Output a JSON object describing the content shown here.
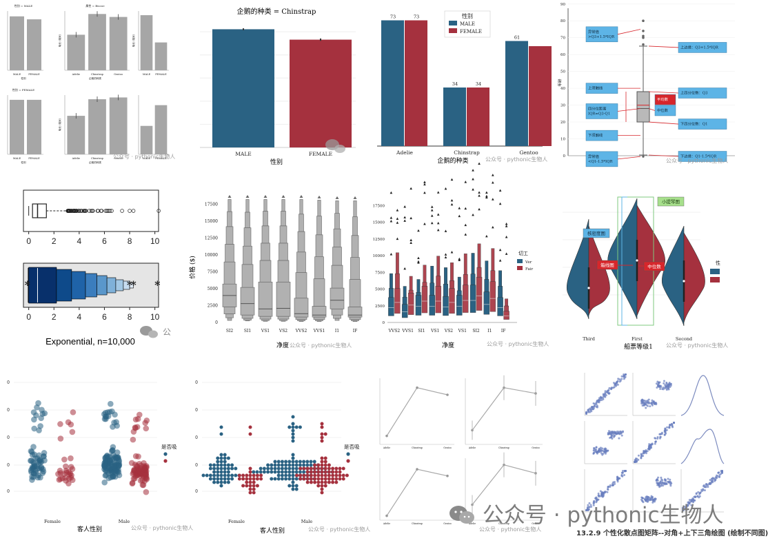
{
  "colors": {
    "blue": "#2a6283",
    "red": "#a5313e",
    "grey": "#a6a6a6",
    "callout": "#5db4e6",
    "arrow": "#d7262b"
  },
  "watermark": {
    "short": "公众号 · pythonic生物人",
    "big": "公众号 · pythonic生物人"
  },
  "footer_caption": "13.2.9 个性化散点图矩阵--对角+上下三角绘图 (绘制不同图)",
  "chart_data": [
    {
      "id": "facet-bars-grey",
      "type": "bar",
      "subplots": [
        {
          "title": "性别 = MALE",
          "categories": [
            "MALE",
            "FEMALE"
          ],
          "values": [
            91,
            86
          ],
          "xlabel": "性别",
          "ylabel": ""
        },
        {
          "title": "属性 = Biscoe",
          "categories": [
            "Adelie",
            "Chinstrap",
            "Gentoo"
          ],
          "values": [
            60,
            95,
            90
          ],
          "xlabel": "企鹅的种类",
          "ylabel": "喙长 (毫米)"
        },
        {
          "title": "",
          "categories": [
            "MALE",
            "FEMALE"
          ],
          "values": [
            93,
            47
          ],
          "xlabel": "",
          "ylabel": "喙长 (毫米)"
        },
        {
          "title": "性别 = FEMALE",
          "categories": [
            "MALE",
            "FEMALE"
          ],
          "values": [
            92,
            92
          ],
          "xlabel": "性别",
          "ylabel": ""
        },
        {
          "title": "",
          "categories": [
            "Adelie",
            "Chinstrap",
            "Gentoo"
          ],
          "values": [
            65,
            93,
            96
          ],
          "xlabel": "企鹅的种类",
          "ylabel": "喙长 (毫米)"
        },
        {
          "title": "",
          "categories": [
            "MALE",
            "FEMALE"
          ],
          "values": [
            48,
            83
          ],
          "xlabel": "",
          "ylabel": ""
        }
      ]
    },
    {
      "id": "chinstrap-bar",
      "type": "bar",
      "title": "企鹅的种类 = Chinstrap",
      "categories": [
        "MALE",
        "FEMALE"
      ],
      "values": [
        51.1,
        46.6
      ],
      "error": [
        0.4,
        0.5
      ],
      "colors": [
        "blue",
        "red"
      ],
      "xlabel": "性别",
      "ylabel": "",
      "ylim": [
        0,
        56
      ]
    },
    {
      "id": "count-grouped-bar",
      "type": "bar",
      "categories": [
        "Adelie",
        "Chinstrap",
        "Gentoo"
      ],
      "series": [
        {
          "name": "MALE",
          "values": [
            73,
            34,
            61
          ]
        },
        {
          "name": "FEMALE",
          "values": [
            73,
            34,
            58
          ]
        }
      ],
      "legend_title": "性别",
      "xlabel": "企鹅的种类",
      "ylabel": "",
      "ylim": [
        0,
        80
      ],
      "data_labels": [
        "73",
        "73",
        "34",
        "34",
        "61"
      ]
    },
    {
      "id": "boxplot-anatomy",
      "type": "box",
      "y_ticks": [
        "0",
        "10",
        "20",
        "30",
        "40",
        "50",
        "60",
        "70",
        "80",
        "90"
      ],
      "ylabel": "年龄",
      "box": {
        "lower_fence": 0,
        "whisker_low": 0.4,
        "q1": 20,
        "median": 28,
        "mean": 30,
        "q3": 38,
        "whisker_high": 65,
        "upper_fence": 64.8
      },
      "outliers": [
        66,
        70,
        71,
        74,
        80
      ],
      "labels": [
        "异常值\n>Q3+1.5*IQR",
        "上边缘：Q3+1.5*IQR",
        "上须触线",
        "上四分位数：Q3",
        "四分位距离\nIQR=Q3-Q1",
        "平均数",
        "中位数",
        "下四分位数：Q1",
        "下须触线",
        "下边缘：Q1-1.5*IQR",
        "异常值\n<Q1-1.5*IQR"
      ]
    },
    {
      "id": "exponential-boxen",
      "type": "box",
      "title": "Exponential, n=10,000",
      "x_ticks": [
        "0",
        "2",
        "4",
        "6",
        "8",
        "10"
      ],
      "xlim": [
        -0.5,
        10.8
      ],
      "box": {
        "q1": 0.3,
        "median": 0.7,
        "q3": 1.4,
        "whisker_low": 0,
        "whisker_high": 3.0
      },
      "outliers_top": [
        3.1,
        3.4,
        3.8,
        4.2,
        4.8,
        5.5,
        6.2,
        7.4,
        8.0,
        8.3,
        10.3
      ],
      "letter_values": [
        [
          0.05,
          1.4
        ],
        [
          0.03,
          2.1
        ],
        [
          0.02,
          2.8
        ],
        [
          0.01,
          3.6
        ],
        [
          0.005,
          4.4
        ],
        [
          0.003,
          5.2
        ],
        [
          0.002,
          6.0
        ],
        [
          0.001,
          6.9
        ],
        [
          0.0005,
          7.9
        ]
      ],
      "outliers_bottom": [
        -0.1,
        8.0,
        8.3,
        10.2
      ]
    },
    {
      "id": "diamond-price-boxen",
      "type": "box",
      "categories": [
        "SI2",
        "SI1",
        "VS1",
        "VS2",
        "VVS2",
        "VVS1",
        "I1",
        "IF"
      ],
      "y_ticks": [
        "0",
        "2500",
        "5000",
        "7500",
        "10000",
        "12500",
        "15000",
        "17500"
      ],
      "ylim": [
        0,
        19000
      ],
      "medians": [
        4000,
        2800,
        2000,
        2100,
        1300,
        1100,
        3300,
        1100
      ],
      "q1": [
        2300,
        1100,
        900,
        900,
        800,
        800,
        2000,
        800
      ],
      "q3": [
        5700,
        5200,
        6000,
        6000,
        3600,
        2400,
        5100,
        2300
      ],
      "max": [
        18800,
        18800,
        18800,
        18800,
        18800,
        18700,
        18600,
        18600
      ],
      "xlabel": "净度",
      "ylabel": "价格 ($)"
    },
    {
      "id": "diamond-cut-boxen",
      "type": "box",
      "categories": [
        "VVS2",
        "VVS1",
        "SI1",
        "VS1",
        "VS2",
        "VS1",
        "SI2",
        "I1",
        "IF"
      ],
      "y_ticks": [
        "0",
        "2500",
        "5000",
        "7500",
        "10000",
        "12500",
        "15000",
        "17500"
      ],
      "ylim": [
        0,
        19000
      ],
      "series": [
        {
          "name": "Ver",
          "medians": [
            2200,
            1600,
            2400,
            2400,
            2300,
            2400,
            3300,
            2700,
            2200
          ]
        },
        {
          "name": "Fair",
          "medians": [
            3000,
            2600,
            3200,
            3200,
            3000,
            3300,
            4000,
            3600,
            1000
          ]
        }
      ],
      "legend_title": "切工",
      "xlabel": "净度",
      "ylabel": ""
    },
    {
      "id": "split-violin",
      "type": "violin",
      "categories": [
        "Third",
        "First",
        "Second"
      ],
      "series": [
        {
          "name": ""
        },
        {
          "name": ""
        }
      ],
      "legend_title": "性",
      "labels": [
        "小提琴图",
        "核密度图",
        "箱线图",
        "中位数"
      ],
      "xlabel": "船票等级1",
      "ylabel": ""
    },
    {
      "id": "strip-plot",
      "type": "scatter",
      "categories": [
        "Female",
        "Male"
      ],
      "series": [
        {
          "name": ""
        },
        {
          "name": ""
        }
      ],
      "legend_title": "是否吸",
      "y_ticks": [
        "0",
        "0",
        "0",
        "0",
        "0"
      ],
      "xlabel": "客人性别",
      "ylabel": ""
    },
    {
      "id": "swarm-plot",
      "type": "scatter",
      "categories": [
        "Female",
        "Male"
      ],
      "series": [
        {
          "name": ""
        },
        {
          "name": ""
        }
      ],
      "legend_title": "是否吸",
      "y_ticks": [
        "0",
        "0",
        "0",
        "0",
        "0"
      ],
      "xlabel": "客人性别",
      "ylabel": ""
    },
    {
      "id": "point-plots",
      "type": "line",
      "subplots": [
        {
          "title": "",
          "categories": [
            "Adelie",
            "Chinstrap",
            "Gentoo"
          ],
          "values": [
            38.8,
            49.0,
            47.5
          ]
        },
        {
          "title": "",
          "categories": [
            "Adelie",
            "Chinstrap",
            "Gentoo"
          ],
          "values": [
            40.0,
            49.0,
            47.8
          ]
        },
        {
          "title": "",
          "categories": [
            "Adelie",
            "Chinstrap",
            "Gentoo"
          ],
          "values": [
            38.0,
            48.5,
            47.0
          ]
        },
        {
          "title": "",
          "categories": [
            "Adelie",
            "Chinstrap",
            "Gentoo"
          ],
          "values": [
            40.5,
            49.5,
            47.6
          ]
        }
      ]
    },
    {
      "id": "pair-grid",
      "type": "scatter",
      "title": "13.2.9 个性化散点图矩阵--对角+上下三角绘图 (绘制不同图)"
    }
  ]
}
